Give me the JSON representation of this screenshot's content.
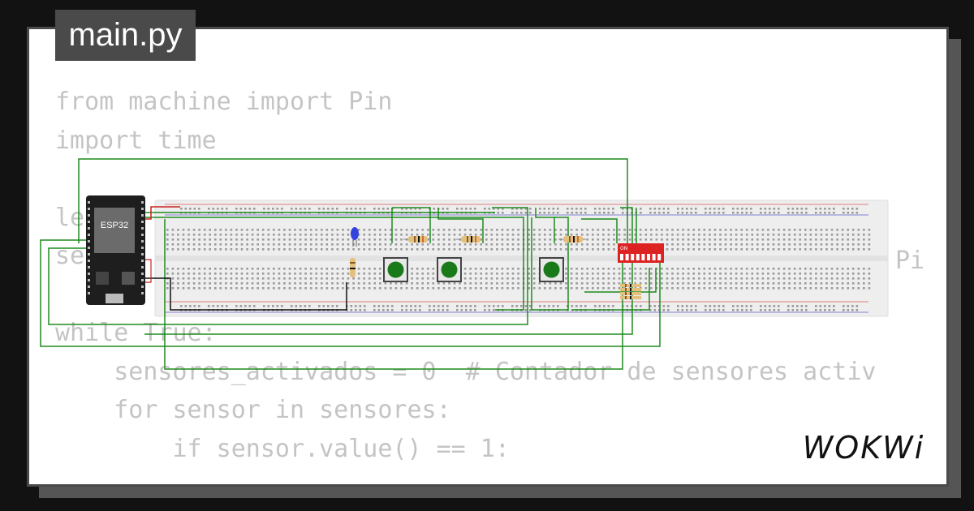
{
  "file_tab": "main.py",
  "code_lines": [
    "from machine import Pin",
    "import time",
    "",
    "le",
    "se",
    "",
    "while True:",
    "    sensores_activados = 0  # Contador de sensores activ",
    "    for sensor in sensores:",
    "        if sensor.value() == 1:",
    "                              "
  ],
  "code_fragment_right": "Pi",
  "circuit": {
    "mcu_label": "ESP32",
    "dip_label": "ON",
    "led_color": "#3344dd",
    "button_color": "#1a7a1a",
    "wire_color": "#1f8a1f",
    "breadboard_color": "#eeeeee",
    "dip_color": "#dd2222"
  },
  "brand": "WOKWi",
  "colors": {
    "background": "#121212",
    "card": "#ffffff",
    "tab": "#4a4a4a",
    "code_text": "#c4c4c4"
  }
}
